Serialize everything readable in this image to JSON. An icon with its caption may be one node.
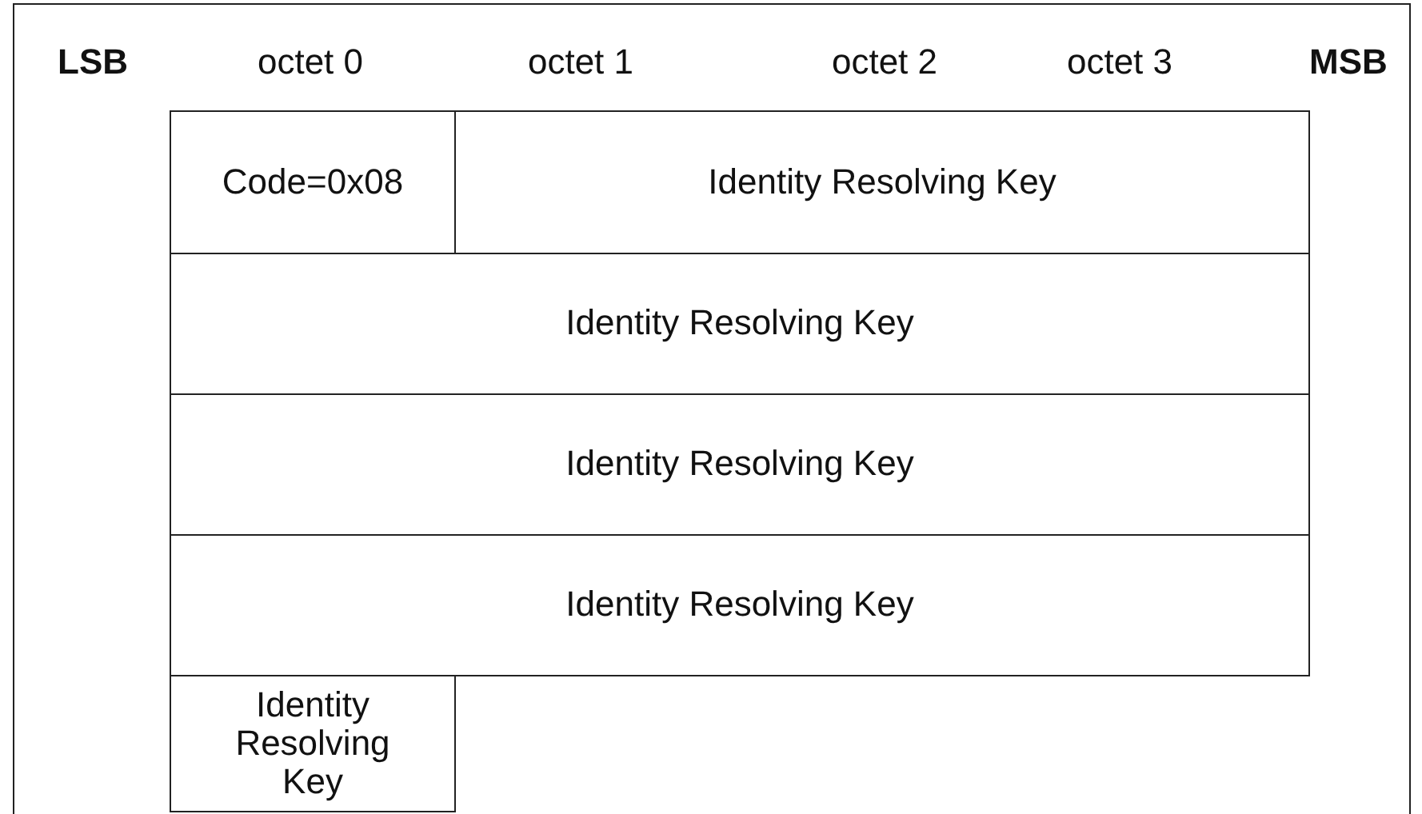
{
  "diagram": {
    "nodes": [
      {
        "text": [
          "Code=0x08"
        ]
      },
      {
        "text": [
          "Identity Resolving Key"
        ]
      },
      {
        "text": [
          "Identity Resolving Key"
        ]
      },
      {
        "text": [
          "Identity Resolving Key"
        ]
      },
      {
        "text": [
          "Identity Resolving Key"
        ]
      },
      {
        "text": [
          "Identity Resolving Key"
        ]
      }
    ],
    "edges": [],
    "labels": [
      "LSB",
      "octet 0",
      "octet 1",
      "octet 2",
      "octet 3",
      "MSB"
    ]
  }
}
